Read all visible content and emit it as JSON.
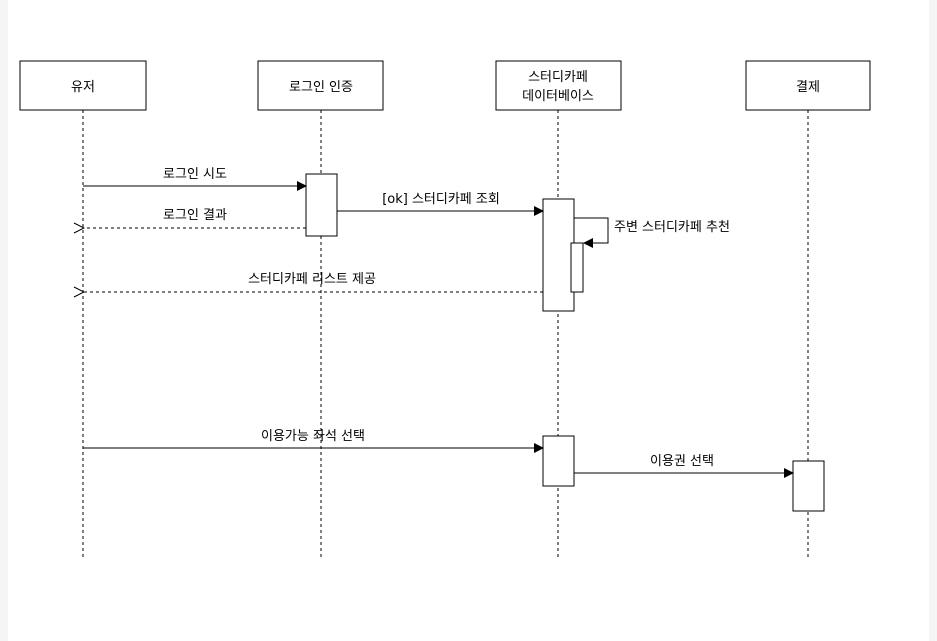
{
  "participants": [
    {
      "id": "user",
      "lines": [
        "유저"
      ]
    },
    {
      "id": "auth",
      "lines": [
        "로그인 인증"
      ]
    },
    {
      "id": "db",
      "lines": [
        "스터디카페",
        "데이터베이스"
      ]
    },
    {
      "id": "pay",
      "lines": [
        "결제"
      ]
    }
  ],
  "messages": [
    {
      "id": "login-attempt",
      "label": "로그인 시도",
      "style": "solid"
    },
    {
      "id": "login-result",
      "label": "로그인 결과",
      "style": "dashed"
    },
    {
      "id": "search-cafe",
      "label": "[ok] 스터디카페 조회",
      "style": "solid"
    },
    {
      "id": "recommend-nearby",
      "label": "주변 스터디카페 추천",
      "style": "self"
    },
    {
      "id": "cafe-list",
      "label": "스터디카페 리스트 제공",
      "style": "dashed"
    },
    {
      "id": "select-seat",
      "label": "이용가능 좌석 선택",
      "style": "solid"
    },
    {
      "id": "select-ticket",
      "label": "이용권 선택",
      "style": "solid"
    }
  ]
}
